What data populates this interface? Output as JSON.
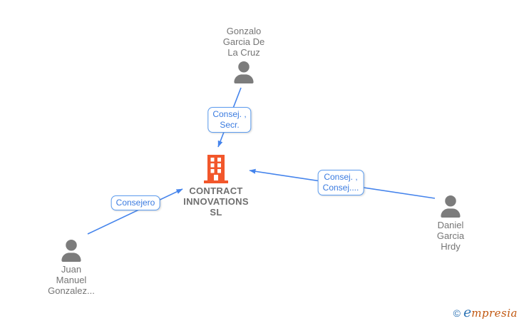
{
  "company": {
    "name": "CONTRACT INNOVATIONS SL",
    "display": "CONTRACT\nINNOVATIONS\nSL"
  },
  "people": [
    {
      "name": "Gonzalo Garcia De La Cruz",
      "display": "Gonzalo\nGarcia De\nLa Cruz"
    },
    {
      "name": "Daniel Garcia Hrdy",
      "display": "Daniel\nGarcia\nHrdy"
    },
    {
      "name": "Juan Manuel Gonzalez...",
      "display": "Juan\nManuel\nGonzalez..."
    }
  ],
  "edges": [
    {
      "from": "Gonzalo Garcia De La Cruz",
      "to": "CONTRACT INNOVATIONS SL",
      "label": "Consej. ,\nSecr."
    },
    {
      "from": "Daniel Garcia Hrdy",
      "to": "CONTRACT INNOVATIONS SL",
      "label": "Consej. ,\nConsej...."
    },
    {
      "from": "Juan Manuel Gonzalez...",
      "to": "CONTRACT INNOVATIONS SL",
      "label": "Consejero"
    }
  ],
  "footer": {
    "copyright": "©",
    "brand_initial": "e",
    "brand_rest": "mpresia"
  },
  "colors": {
    "edge_blue": "#4584EC",
    "label_border_blue": "#5C9CEF",
    "label_text_blue": "#3A7BE0",
    "text_gray": "#757575",
    "person_icon_gray": "#7C7C7C",
    "building_orange": "#F2572B",
    "logo_blue": "#2E74B5",
    "logo_orange": "#C1570F"
  }
}
